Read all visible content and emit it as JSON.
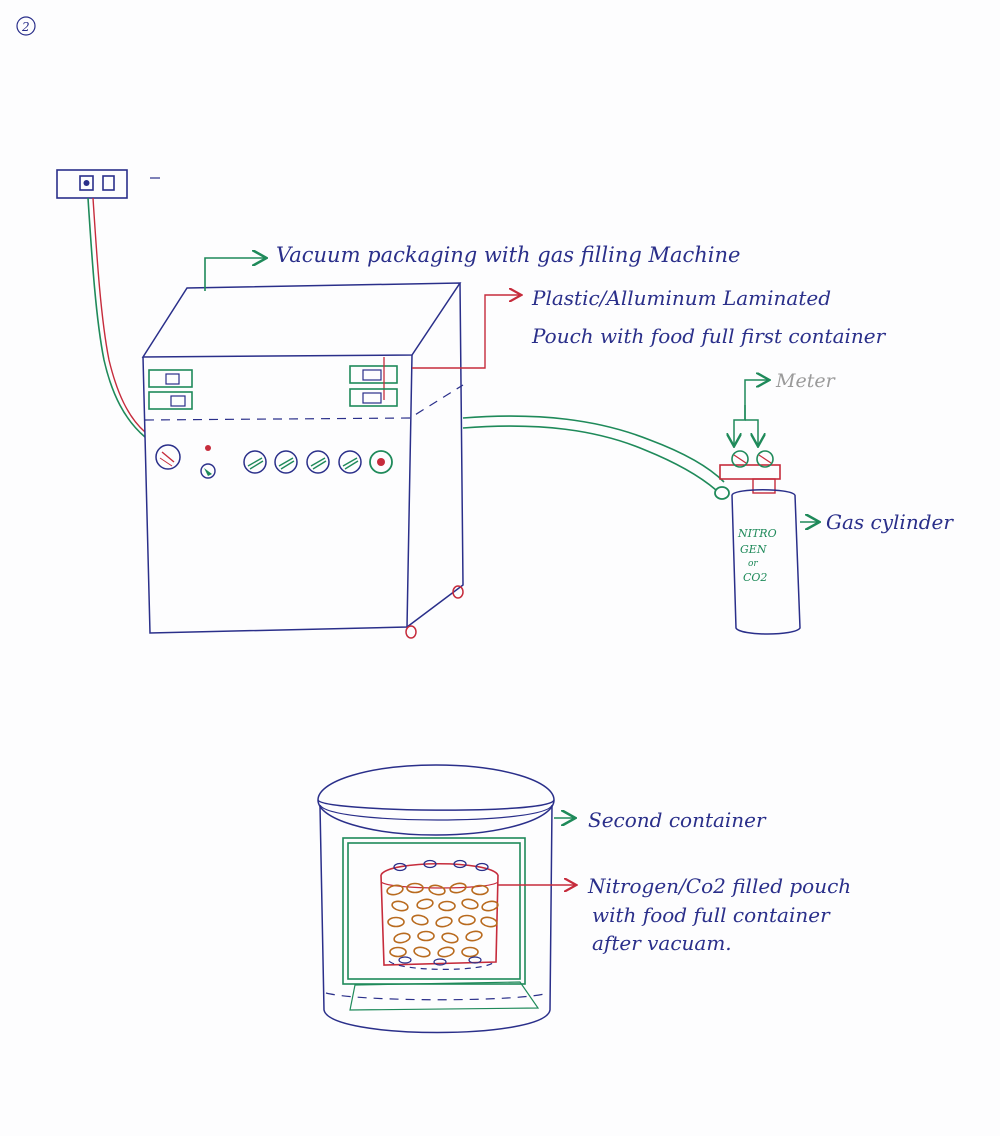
{
  "page_number": "2",
  "labels": {
    "machine": "Vacuum packaging with gas filling Machine",
    "pouch_line1": "Plastic/Alluminum Laminated",
    "pouch_line2": "Pouch with food full first container",
    "meter": "Meter",
    "gas_cylinder": "Gas cylinder",
    "cylinder_text_1": "NITRO",
    "cylinder_text_2": "GEN",
    "cylinder_text_3": "or",
    "cylinder_text_4": "CO2",
    "second_container": "Second container",
    "filled_line1": "Nitrogen/Co2 filled pouch",
    "filled_line2": "with food full container",
    "filled_line3": "after vacuam."
  },
  "colors": {
    "ink_blue": "#2a2f8a",
    "ink_green": "#1f8a5a",
    "ink_red": "#c62c3c",
    "ink_orange": "#b86a1e",
    "ink_grey": "#9a9a9a"
  }
}
